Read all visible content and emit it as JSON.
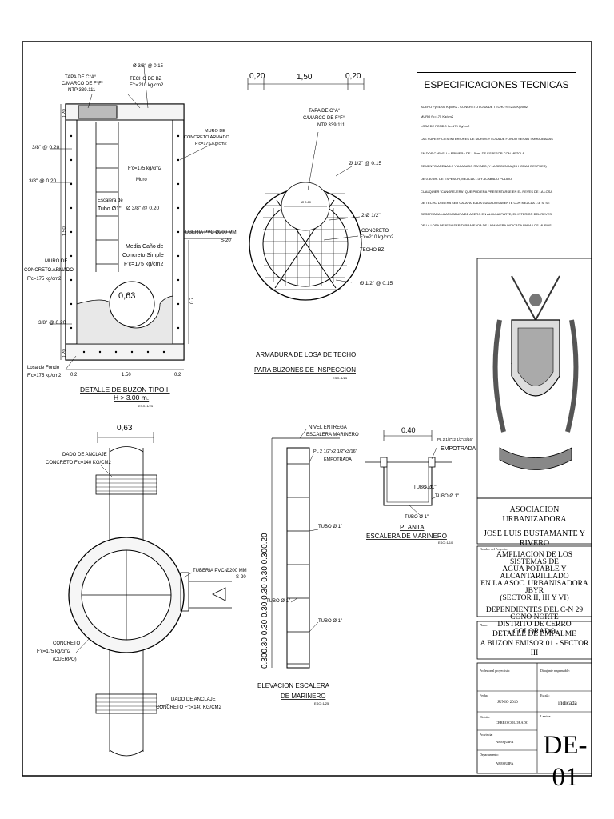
{
  "detail_buzon": {
    "tapa": [
      "TAPA DE C°A°",
      "C/MARCO DE F°F°",
      "NTP 339.111"
    ],
    "techo": [
      "TECHO DE BZ",
      "F'c=210 kg/cm2"
    ],
    "techo_bar": "Ø 3/8\" @ 0.15",
    "muro_concreto": [
      "MURO DE",
      "CONCRETO ARMADO",
      "F'c=175 Kg/cm2"
    ],
    "muro_label": [
      "F'c=175 kg/cm2",
      "Muro"
    ],
    "escalera": [
      "Escalera de",
      "Tubo Ø1\""
    ],
    "bar_38_a": "3/8\" @ 0.20",
    "bar_38_b": "3/8\" @ 0.20",
    "bar_38_c": "3/8\" @ 0.20",
    "bar_38_d": "Ø 3/8\" @ 0.20",
    "tuberia": [
      "TUBERIA PVC Ø200 MM",
      "S-20"
    ],
    "media_cana": [
      "Media Caño de",
      "Concreto Simple",
      "F'c=175 kg/cm2"
    ],
    "muro_armado": [
      "MURO DE",
      "CONCRETO ARMADO",
      "F'c=175 kg/cm2"
    ],
    "diameter": "0,63",
    "losa_fondo": [
      "Losa de Fondo",
      "F'c=175 kg/cm2"
    ],
    "dims_bottom": [
      "0.2",
      "1.50",
      "0.2"
    ],
    "dims_left": [
      "0.20",
      "1.50",
      "0.20"
    ],
    "dim_right": "0.7",
    "title": "DETALLE DE BUZON TIPO II",
    "subtitle": "H > 3.00 m.",
    "esc": "ESC.:1/25"
  },
  "armadura": {
    "dims": [
      "0,20",
      "1,50",
      "0,20"
    ],
    "tapa": [
      "TAPA DE C°A°",
      "C/MARCO DE F°F°",
      "NTP 339.111"
    ],
    "bar_top": "Ø 1/2\" @ 0.15",
    "bar_2": "2 Ø 1/2\"",
    "concreto": [
      "CONCRETO",
      "F'c=210 kg/cm2",
      "TECHO BZ"
    ],
    "bar_bottom": "Ø 1/2\" @ 0.15",
    "inner_dim": "Ø 0.60",
    "title": [
      "ARMADURA DE LOSA DE TECHO",
      "PARA BUZONES DE INSPECCION"
    ],
    "esc": "ESC.:1/25"
  },
  "specs": {
    "title": "ESPECIFICACIONES TECNICAS",
    "lines": [
      "ACERO Fy=4200 Kg/cm2        - CONCRETO   LOSA DE TECHO f'c=210 Kg/cm2",
      "                                           MURO          f'c=175 Kg/cm2",
      "                                           LOSA DE FONDO f'c=175 Kg/cm2",
      "LAS SUPERFICIES INTERIORES DE MUROS Y LOSA DE FONDO SERAN TARRAJEADAS",
      "EN DOS CAPAS: LA PRIMERA DE 1.5cm. DE ESPESOR CON MEZCLA",
      "CEMENTO:ARENA 1:5 Y ACABADO RAYADO, Y LA SEGUNDA (24 HORAS DESPUES)",
      "DE 0.50 cm. DE ESPESOR, MEZCLA 1:3 Y ACABADO PULIDO.",
      "CUALQUIER \"CANGREJERA\" QUE PUDIERA PRESENTARSE EN EL REVES DE LA LOSA",
      "DE TECHO DEBERA SER CALAFATEADA CUIDADOSAMENTE CON MEZCLA 1:3; SI SE",
      "OBSERVARA LA ARMADURA DE ACERO EN ALGUNA PARTE, EL INTERIOR DEL REVES",
      "DE LA LOSA DEBERA SER TARRAJEADA DE LA MANERA INDICADA PARA LOS MUROS."
    ]
  },
  "planta": {
    "dim": "0,63",
    "dado_top": [
      "DADO DE ANCLAJE",
      "CONCRETO F'c=140 KG/CM2"
    ],
    "tuberia": [
      "TUBERIA PVC Ø200 MM",
      "S-20"
    ],
    "concreto": [
      "CONCRETO",
      "F'c=175 kg/cm2",
      "(CUERPO)"
    ],
    "dado_bottom": [
      "DADO DE ANCLAJE",
      "CONCRETO F'c=140 KG/CM2"
    ]
  },
  "escalera": {
    "nivel": [
      "NIVEL ENTREGA",
      "ESCALERA MARINERO"
    ],
    "pl": [
      "PL 2 1/2\"x2 1/2\"x3/16\"",
      "EMPOTRADA"
    ],
    "tubo_labels": [
      "TUBO Ø 1\"",
      "TUBO Ø 1\"",
      "TUBO Ø 1\""
    ],
    "dims_vertical": "0.300.30 0.30 0.30 0.30 0.30 0.300.20",
    "title": [
      "ELEVACION ESCALERA",
      "DE MARINERO"
    ],
    "esc": "ESC.:1/25"
  },
  "planta_escalera": {
    "dim": "0.40",
    "pl": [
      "PL 2 1/2\"x2 1/2\"x3/16\"",
      "EMPOTRADA"
    ],
    "tubo_a": "TUBO Ø1\"",
    "tubo_b": "TUBO Ø 1\"",
    "tubo_c": "TUBO Ø 1\"",
    "title": [
      "PLANTA",
      "ESCALERA DE MARINERO"
    ],
    "esc": "ESC.:1/10"
  },
  "title_block": {
    "org": [
      "ASOCIACION URBANIZADORA",
      "JOSE LUIS BUSTAMANTE Y RIVERO"
    ],
    "project_label": "Nombre del Proyecto:",
    "project": [
      "AMPLIACION DE LOS SISTEMAS DE",
      "AGUA POTABLE Y ALCANTARILLADO",
      "EN LA ASOC. URBANISADORA JBYR",
      "(SECTOR II, III Y VI)",
      "DEPENDIENTES DEL C-N 29 CONO NORTE",
      "DISTRITO DE CERRO COLORADO"
    ],
    "plano_label": "Plano:",
    "plano": [
      "DETALLE DE EMPALME",
      "A BUZON EMISOR 01 - SECTOR III"
    ],
    "prof_label": "Profesional proyectista:",
    "dib_label": "Dibujante responsable:",
    "fecha_label": "Fecha:",
    "fecha": "JUNIO 2010",
    "escala_label": "Escala:",
    "escala": "indicada",
    "distrito_label": "Distrito:",
    "distrito": "CERRO COLORADO",
    "lamina_label": "Lamina:",
    "provincia_label": "Provincia:",
    "provincia": "AREQUIPA",
    "depto_label": "Departamento:",
    "depto": "AREQUIPA",
    "sheet": "DE-01"
  }
}
